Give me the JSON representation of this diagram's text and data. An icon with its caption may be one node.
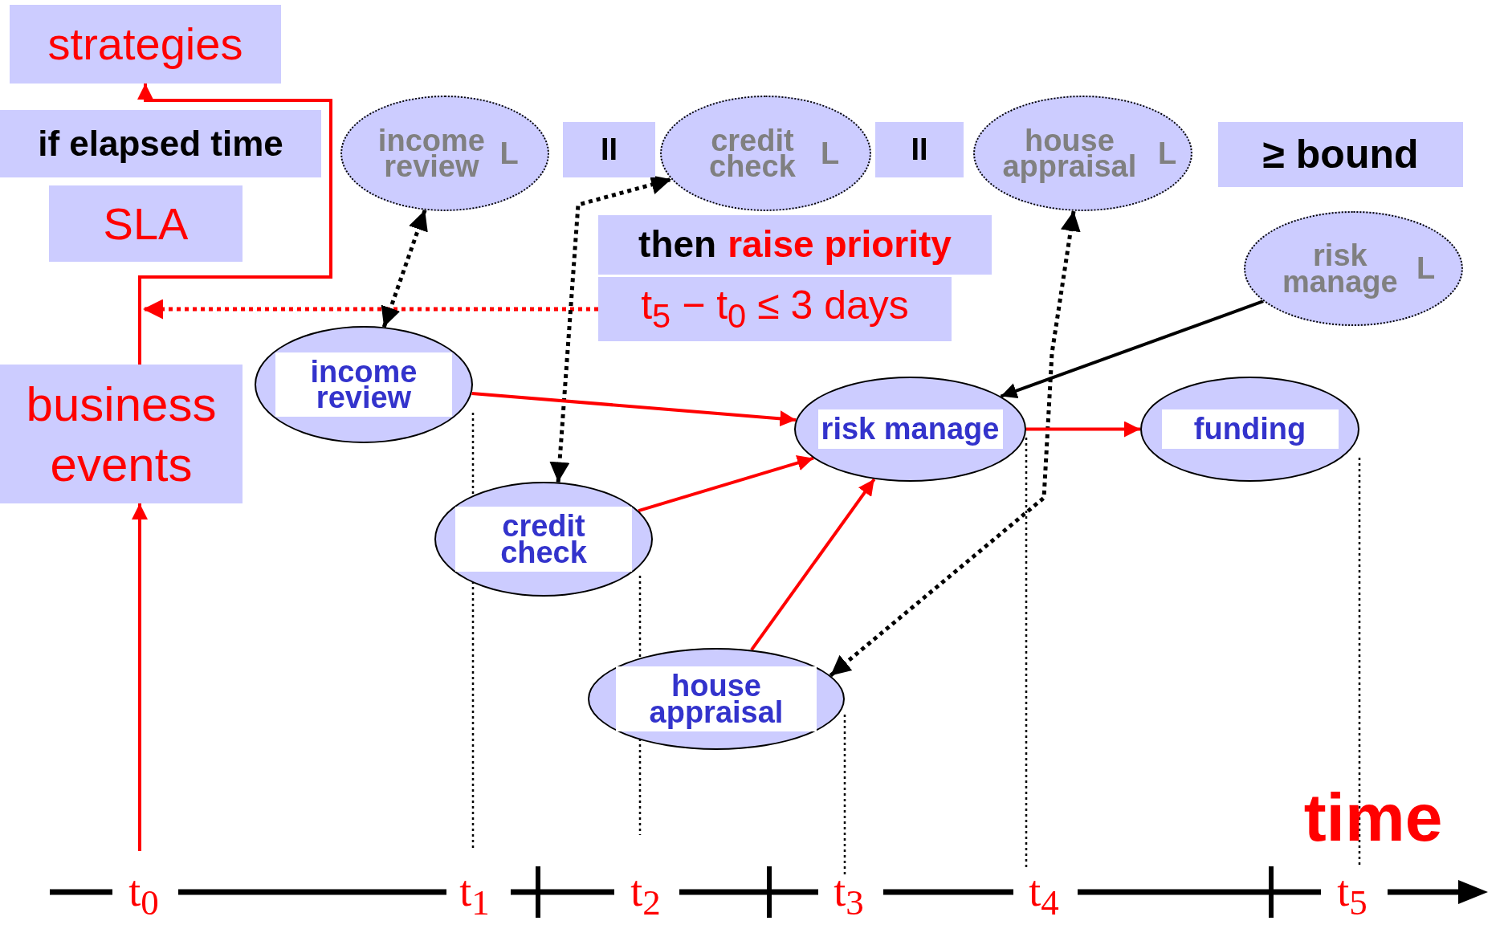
{
  "diagram": {
    "nodes": [
      {
        "text": [
          "strategies"
        ]
      },
      {
        "text": [
          "if elapsed time"
        ]
      },
      {
        "text": [
          "SLA"
        ]
      },
      {
        "text": [
          "business events"
        ]
      },
      {
        "text": [
          "income review",
          "L"
        ]
      },
      {
        "text": [
          "II"
        ]
      },
      {
        "text": [
          "credit check",
          "L"
        ]
      },
      {
        "text": [
          "II"
        ]
      },
      {
        "text": [
          "house appraisal",
          "L"
        ]
      },
      {
        "text": [
          "≥ bound"
        ]
      },
      {
        "text": [
          "t$_{5}$ − t$_{0}$ ≤ 3 days"
        ]
      },
      {
        "text": [
          "then",
          "raise priority"
        ]
      },
      {
        "text": [
          "risk manage",
          "L"
        ]
      },
      {
        "text": [
          "income review"
        ]
      },
      {
        "text": [
          "credit check"
        ]
      },
      {
        "text": [
          "house appraisal"
        ]
      },
      {
        "text": [
          "risk manage"
        ]
      },
      {
        "text": [
          "funding"
        ]
      }
    ],
    "edges": [
      {
        "from": null,
        "to": 3,
        "arrow": "to"
      },
      {
        "from": 3,
        "to": 0,
        "arrow": "to"
      },
      {
        "from": 10,
        "to": null,
        "arrow": "to",
        "style": "dashed"
      },
      {
        "from": 13,
        "to": 4,
        "arrow": "both",
        "style": "dashed",
        "color": "#000000"
      },
      {
        "from": 14,
        "to": 6,
        "arrow": "both",
        "style": "dashed",
        "color": "#000000"
      },
      {
        "from": 15,
        "to": 8,
        "arrow": "both",
        "style": "dashed",
        "color": "#000000"
      },
      {
        "from": 12,
        "to": 16,
        "arrow": "to",
        "color": "#000000"
      },
      {
        "from": 13,
        "to": 16,
        "arrow": "to"
      },
      {
        "from": 14,
        "to": 16,
        "arrow": "to"
      },
      {
        "from": 15,
        "to": 16,
        "arrow": "to"
      },
      {
        "from": 16,
        "to": 17,
        "arrow": "to"
      }
    ],
    "labels": [
      "t$_{0}$",
      "t$_{1}$",
      "t$_{2}$",
      "t$_{3}$",
      "t$_{4}$",
      "t$_{5}$",
      "time"
    ]
  }
}
